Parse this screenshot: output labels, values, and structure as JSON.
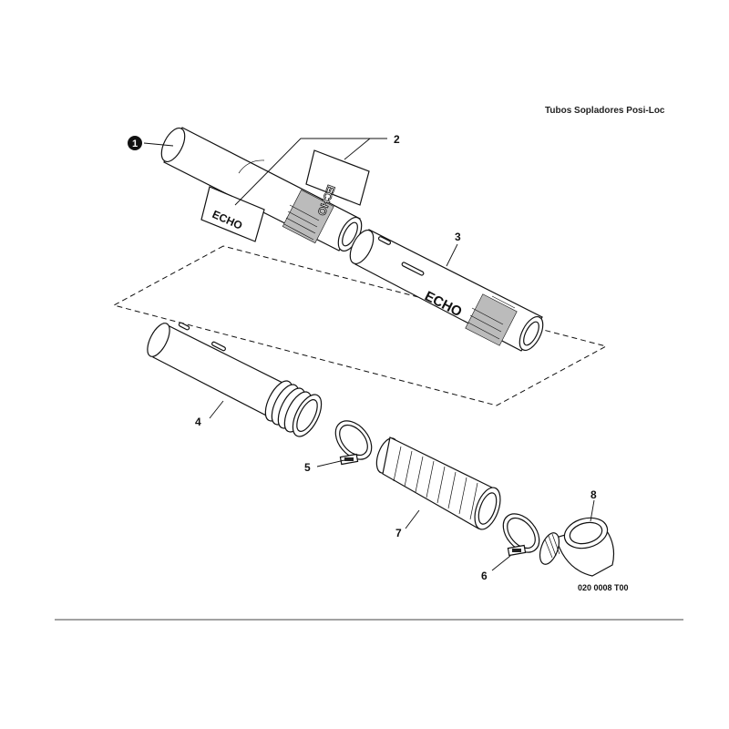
{
  "header": {
    "title": "Tubos Sopladores Posi-Loc"
  },
  "footer": {
    "drawing_code": "020 0008 T00"
  },
  "callouts": {
    "p1": "1",
    "p2": "2",
    "p3": "3",
    "p4": "4",
    "p5": "5",
    "p6": "6",
    "p7": "7",
    "p8": "8"
  },
  "decals": {
    "brand": "ECHO"
  }
}
